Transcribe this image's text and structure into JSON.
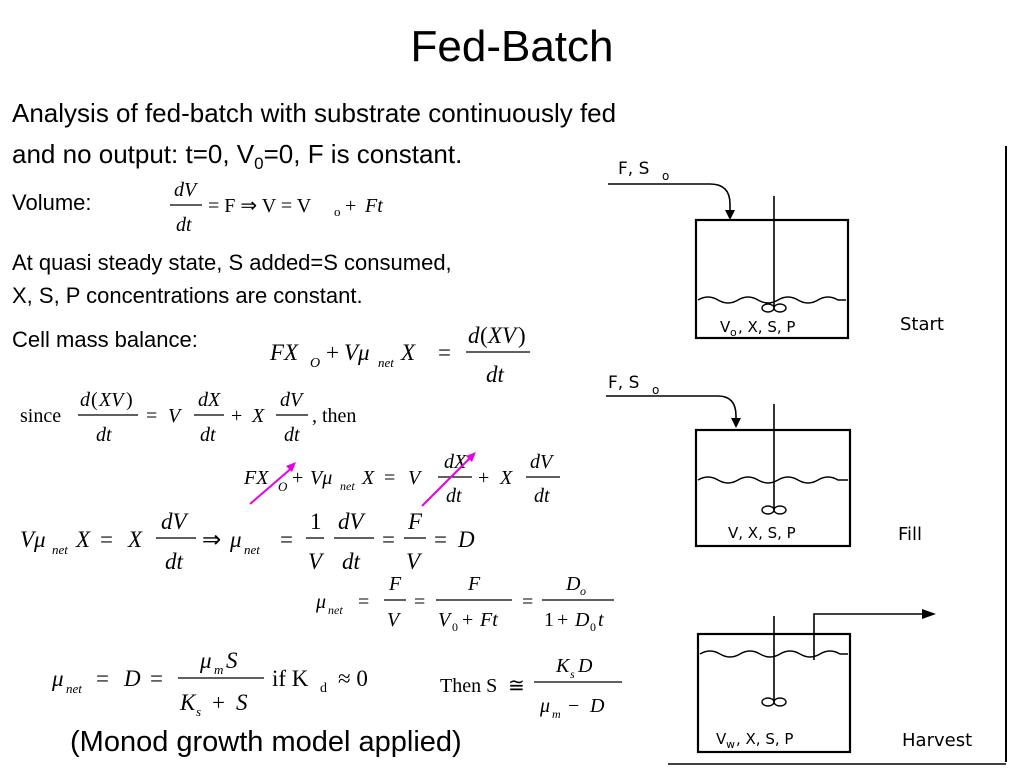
{
  "title": "Fed-Batch",
  "intro": {
    "line1": "Analysis of fed-batch with substrate continuously fed",
    "line2_prefix": "and no output: t=0, V",
    "line2_sub": "0",
    "line2_suffix": "=0, F is constant."
  },
  "volume_label": "Volume:",
  "quasi_line1": "At quasi steady state, S added=S consumed,",
  "quasi_line2": "X, S, P concentrations are constant.",
  "cell_mass_label": "Cell mass balance:",
  "monod_note": "(Monod growth model applied)",
  "eq_since": "since",
  "eq_then": ", then",
  "eq_if_kd": "if K",
  "eq_then_s": "Then S",
  "diagram": {
    "start": {
      "feed_label": "F, S",
      "feed_sub": "o",
      "contents": "V",
      "contents_sub": "o",
      "contents_rest": ", X, S, P",
      "stage": "Start"
    },
    "fill": {
      "feed_label": "F, S",
      "feed_sub": "o",
      "contents": "V, X, S, P",
      "stage": "Fill"
    },
    "harvest": {
      "contents": "V",
      "contents_sub": "w",
      "contents_rest": ", X, S, P",
      "stage": "Harvest"
    }
  },
  "colors": {
    "cancel_arrow": "#e600e6"
  }
}
